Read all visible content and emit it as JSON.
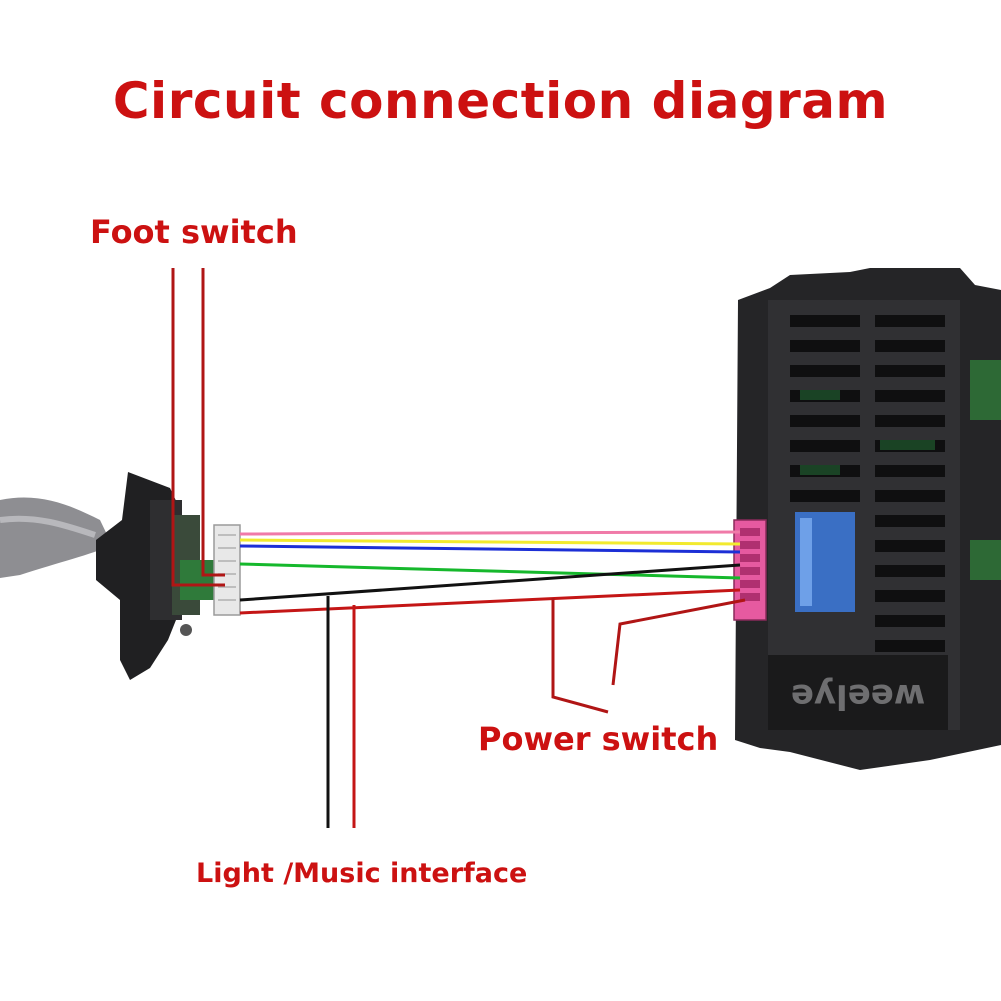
{
  "title": "Circuit connection diagram",
  "labels": {
    "foot_switch": "Foot switch",
    "power_switch": "Power switch",
    "light_music": "Light /Music interface"
  },
  "controller_brand": "weelye",
  "colors": {
    "label_red": "#cc1111",
    "wire_pink": "#f07aa8",
    "wire_yellow": "#f2ea2e",
    "wire_blue": "#1c2fd6",
    "wire_green": "#16b82c",
    "wire_black": "#111111",
    "wire_red": "#c41616",
    "housing": "#2a2a2c"
  },
  "wires": [
    "pink",
    "yellow",
    "blue",
    "green",
    "black",
    "red"
  ]
}
